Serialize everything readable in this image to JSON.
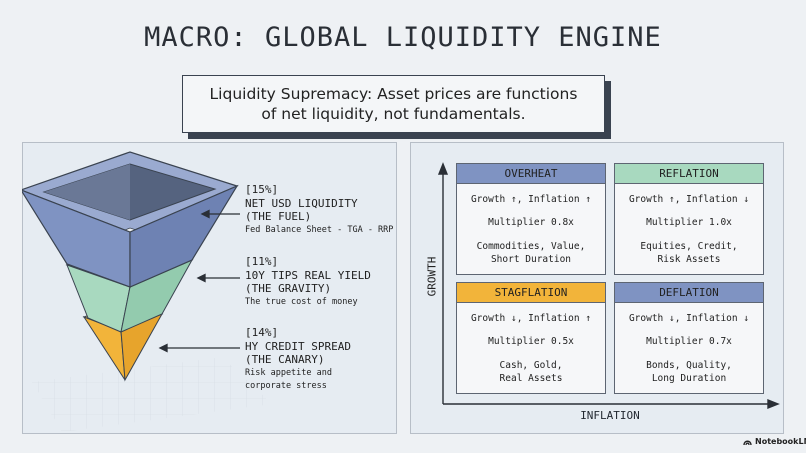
{
  "title": "MACRO: GLOBAL LIQUIDITY ENGINE",
  "callout": {
    "line1": "Liquidity Supremacy: Asset prices are functions",
    "line2": "of net liquidity, not fundamentals."
  },
  "funnel": [
    {
      "pct": "[15%]",
      "name": "NET USD LIQUIDITY",
      "role": "(THE FUEL)",
      "desc1": "Fed Balance Sheet - TGA - RRP",
      "desc2": ""
    },
    {
      "pct": "[11%]",
      "name": "10Y TIPS REAL YIELD",
      "role": "(THE GRAVITY)",
      "desc1": "The true cost of money",
      "desc2": ""
    },
    {
      "pct": "[14%]",
      "name": "HY CREDIT SPREAD",
      "role": "(THE CANARY)",
      "desc1": "Risk appetite and",
      "desc2": "corporate stress"
    }
  ],
  "axes": {
    "y": "GROWTH",
    "x": "INFLATION"
  },
  "quadrants": [
    {
      "name": "OVERHEAT",
      "color": "#7f93c2",
      "signals": "Growth ↑, Inflation ↑",
      "multiplier": "Multiplier 0.8x",
      "assets1": "Commodities, Value,",
      "assets2": "Short Duration"
    },
    {
      "name": "REFLATION",
      "color": "#a8d9bf",
      "signals": "Growth ↑, Inflation ↓",
      "multiplier": "Multiplier 1.0x",
      "assets1": "Equities, Credit,",
      "assets2": "Risk Assets"
    },
    {
      "name": "STAGFLATION",
      "color": "#f2b43a",
      "signals": "Growth ↓, Inflation ↑",
      "multiplier": "Multiplier 0.5x",
      "assets1": "Cash, Gold,",
      "assets2": "Real Assets"
    },
    {
      "name": "DEFLATION",
      "color": "#7f93c2",
      "signals": "Growth ↓, Inflation ↓",
      "multiplier": "Multiplier 0.7x",
      "assets1": "Bonds, Quality,",
      "assets2": "Long Duration"
    }
  ],
  "brand": "NotebookLM",
  "colors": {
    "fuel": "#7f93c2",
    "gravity": "#a8d9bf",
    "canary": "#f2b43a",
    "ink": "#3a4350"
  }
}
